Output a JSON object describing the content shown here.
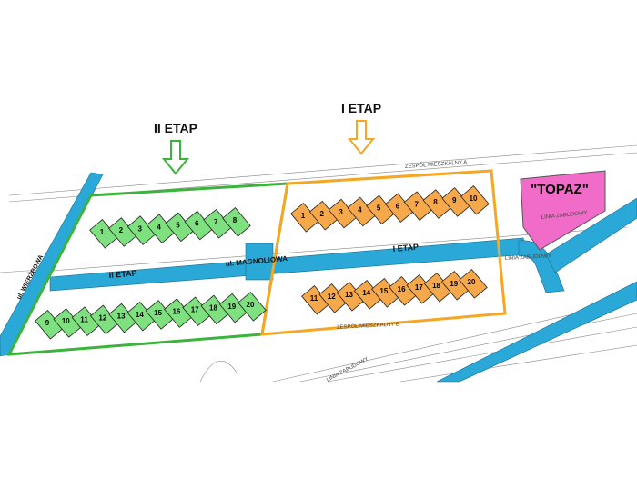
{
  "headings": {
    "stage2": "II ETAP",
    "stage1": "I ETAP"
  },
  "colors": {
    "stage2": "#3cb43c",
    "stage1": "#f5a623",
    "road": "#2aa8d8",
    "topaz": "#f06cc8",
    "house2": "#7ee07e",
    "house1": "#f7a84a"
  },
  "streets": {
    "magnoliowa": "ul. MAGNOLIOWA",
    "wierzbowa": "ul. WIERZBOWA",
    "road_stage2": "II ETAP",
    "road_stage1": "I ETAP"
  },
  "annotations": {
    "zone_a": "ZESPÓŁ MIESZKALNY A",
    "zone_b": "ZESPÓŁ MIESZKALNY B",
    "building_line_1": "LINIA ZABUDOWY",
    "building_line_2": "LINIA ZABUDOWY",
    "building_line_3": "LINIA ZABUDOWY"
  },
  "topaz": {
    "label": "\"TOPAZ\""
  },
  "stage2_houses": {
    "top": [
      "1",
      "2",
      "3",
      "4",
      "5",
      "6",
      "7",
      "8"
    ],
    "bottom": [
      "9",
      "10",
      "11",
      "12",
      "13",
      "14",
      "15",
      "16",
      "17",
      "18",
      "19",
      "20"
    ]
  },
  "stage1_houses": {
    "top": [
      "1",
      "2",
      "3",
      "4",
      "5",
      "6",
      "7",
      "8",
      "9",
      "10"
    ],
    "bottom": [
      "11",
      "12",
      "13",
      "14",
      "15",
      "16",
      "17",
      "18",
      "19",
      "20"
    ]
  }
}
